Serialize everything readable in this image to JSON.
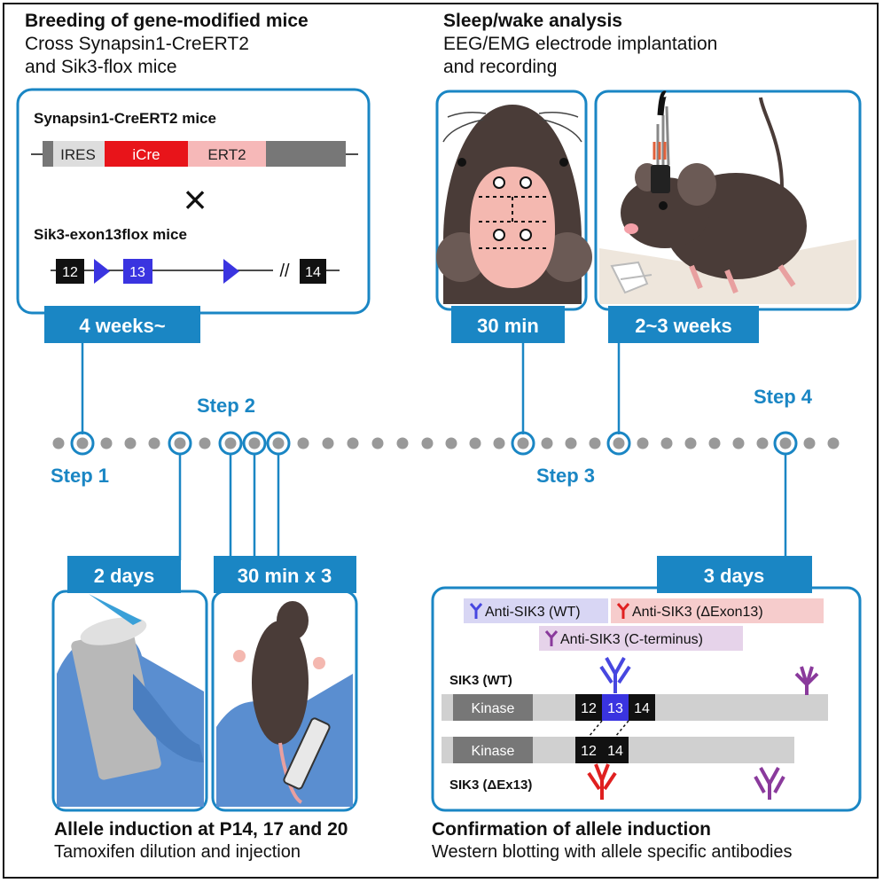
{
  "colors": {
    "accent": "#1a86c4",
    "ab_wt": "#4747e0",
    "ab_dex": "#e02020",
    "ab_cterm": "#8a3a9c",
    "icre": "#e8141a",
    "ert2": "#f6b8b8",
    "exon13": "#3a34e0"
  },
  "breeding": {
    "title": "Breeding of gene-modified mice",
    "line1": "Cross Synapsin1-CreERT2",
    "line2": "and Sik3-flox mice",
    "duration": "4 weeks~"
  },
  "syn_construct": {
    "title": "Synapsin1-CreERT2 mice",
    "seg_ires": "IRES",
    "seg_icre": "iCre",
    "seg_ert2": "ERT2",
    "cross_symbol": "×"
  },
  "sik3_construct": {
    "title": "Sik3-exon13flox mice",
    "exon12": "12",
    "exon13": "13",
    "exon14": "14",
    "break_mark": "//"
  },
  "sleep": {
    "title": "Sleep/wake analysis",
    "line1": "EEG/EMG electrode implantation",
    "line2": "and recording",
    "duration_a": "30 min",
    "duration_b": "2~3 weeks"
  },
  "timeline": {
    "step1": "Step 1",
    "step2": "Step 2",
    "step3": "Step 3",
    "step4": "Step 4"
  },
  "induction": {
    "duration_a": "2 days",
    "duration_b": "30 min x 3",
    "title": "Allele induction at P14, 17 and 20",
    "subtitle": "Tamoxifen dilution and injection"
  },
  "confirmation": {
    "duration": "3 days",
    "title": "Confirmation of allele induction",
    "subtitle": "Western blotting with allele specific antibodies",
    "ab_wt": "Anti-SIK3 (WT)",
    "ab_dex": "Anti-SIK3 (ΔExon13)",
    "ab_cterm": "Anti-SIK3 (C-terminus)",
    "wt_label": "SIK3 (WT)",
    "dex_label": "SIK3 (ΔEx13)",
    "kinase": "Kinase",
    "e12": "12",
    "e13": "13",
    "e14": "14"
  }
}
